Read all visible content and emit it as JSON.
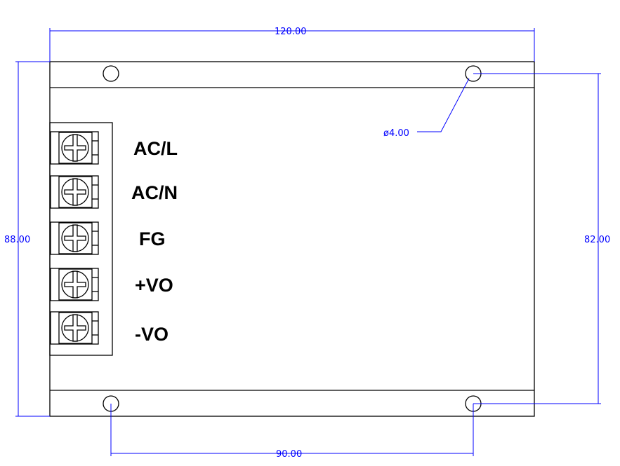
{
  "terminals": [
    {
      "label": "AC/L"
    },
    {
      "label": "AC/N"
    },
    {
      "label": "FG"
    },
    {
      "label": "+VO"
    },
    {
      "label": "-VO"
    }
  ],
  "dimensions": {
    "width": "120.00",
    "height": "88.00",
    "hole_spacing_vertical": "82.00",
    "hole_spacing_horizontal": "90.00",
    "hole_diameter": "ø4.00"
  },
  "colors": {
    "dimension": "#0000ff",
    "outline": "#000000"
  }
}
